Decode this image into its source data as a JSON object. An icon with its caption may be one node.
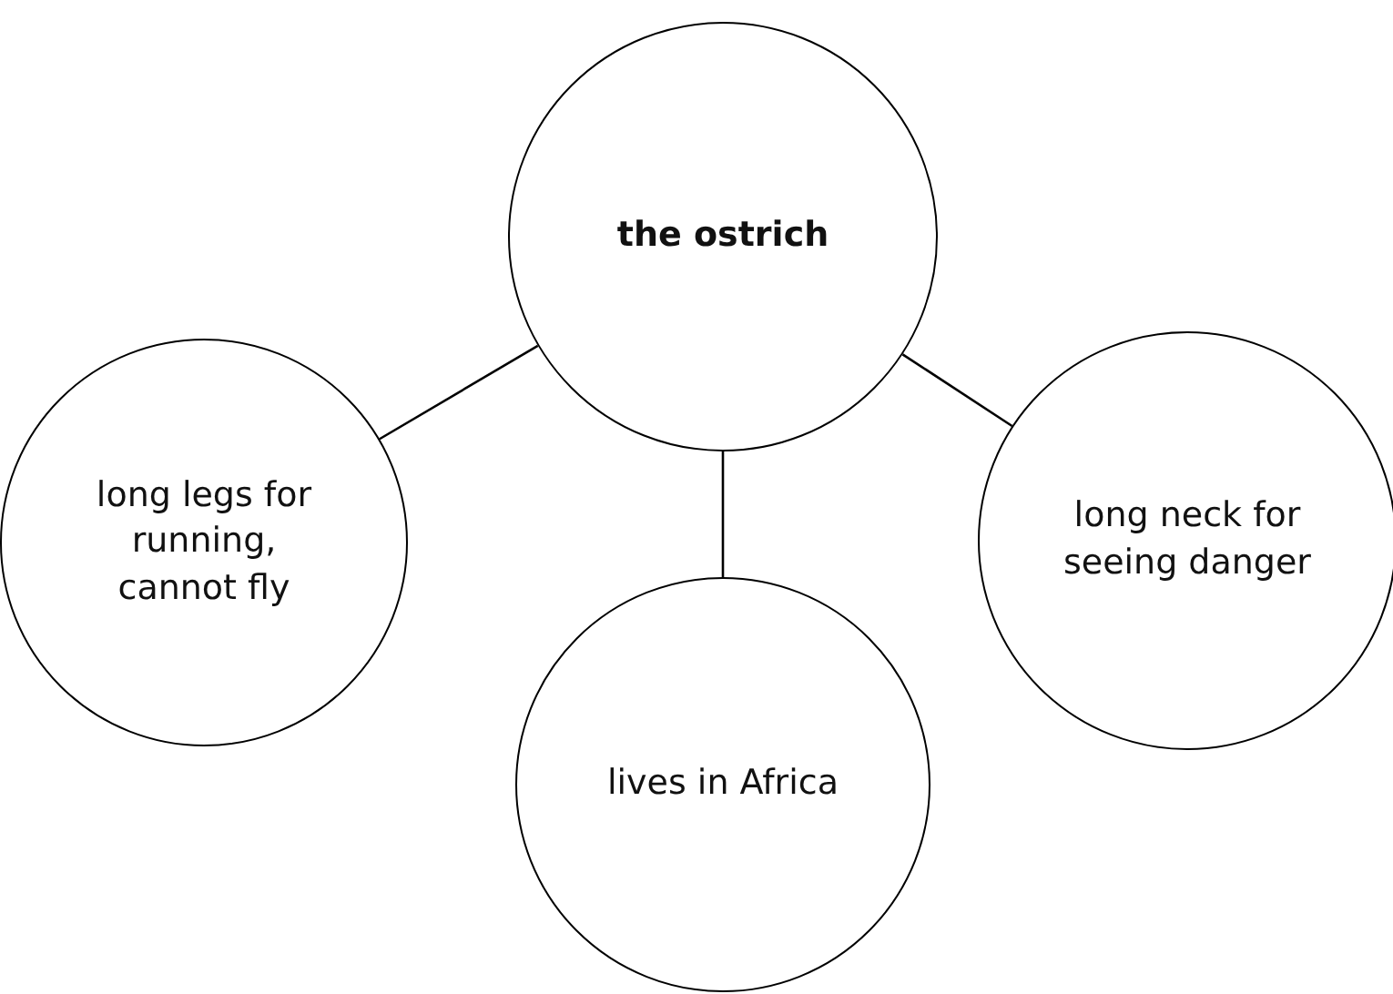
{
  "diagram": {
    "nodes": [
      {
        "text": [
          "the ostrich"
        ]
      },
      {
        "text": [
          "long legs for running, cannot fly"
        ]
      },
      {
        "text": [
          "lives in Africa"
        ]
      },
      {
        "text": [
          "long neck for seeing danger"
        ]
      }
    ],
    "edges": [
      {
        "from": 0,
        "to": 1,
        "arrow": "none"
      },
      {
        "from": 0,
        "to": 2,
        "arrow": "none"
      },
      {
        "from": 0,
        "to": 3,
        "arrow": "none"
      }
    ]
  }
}
